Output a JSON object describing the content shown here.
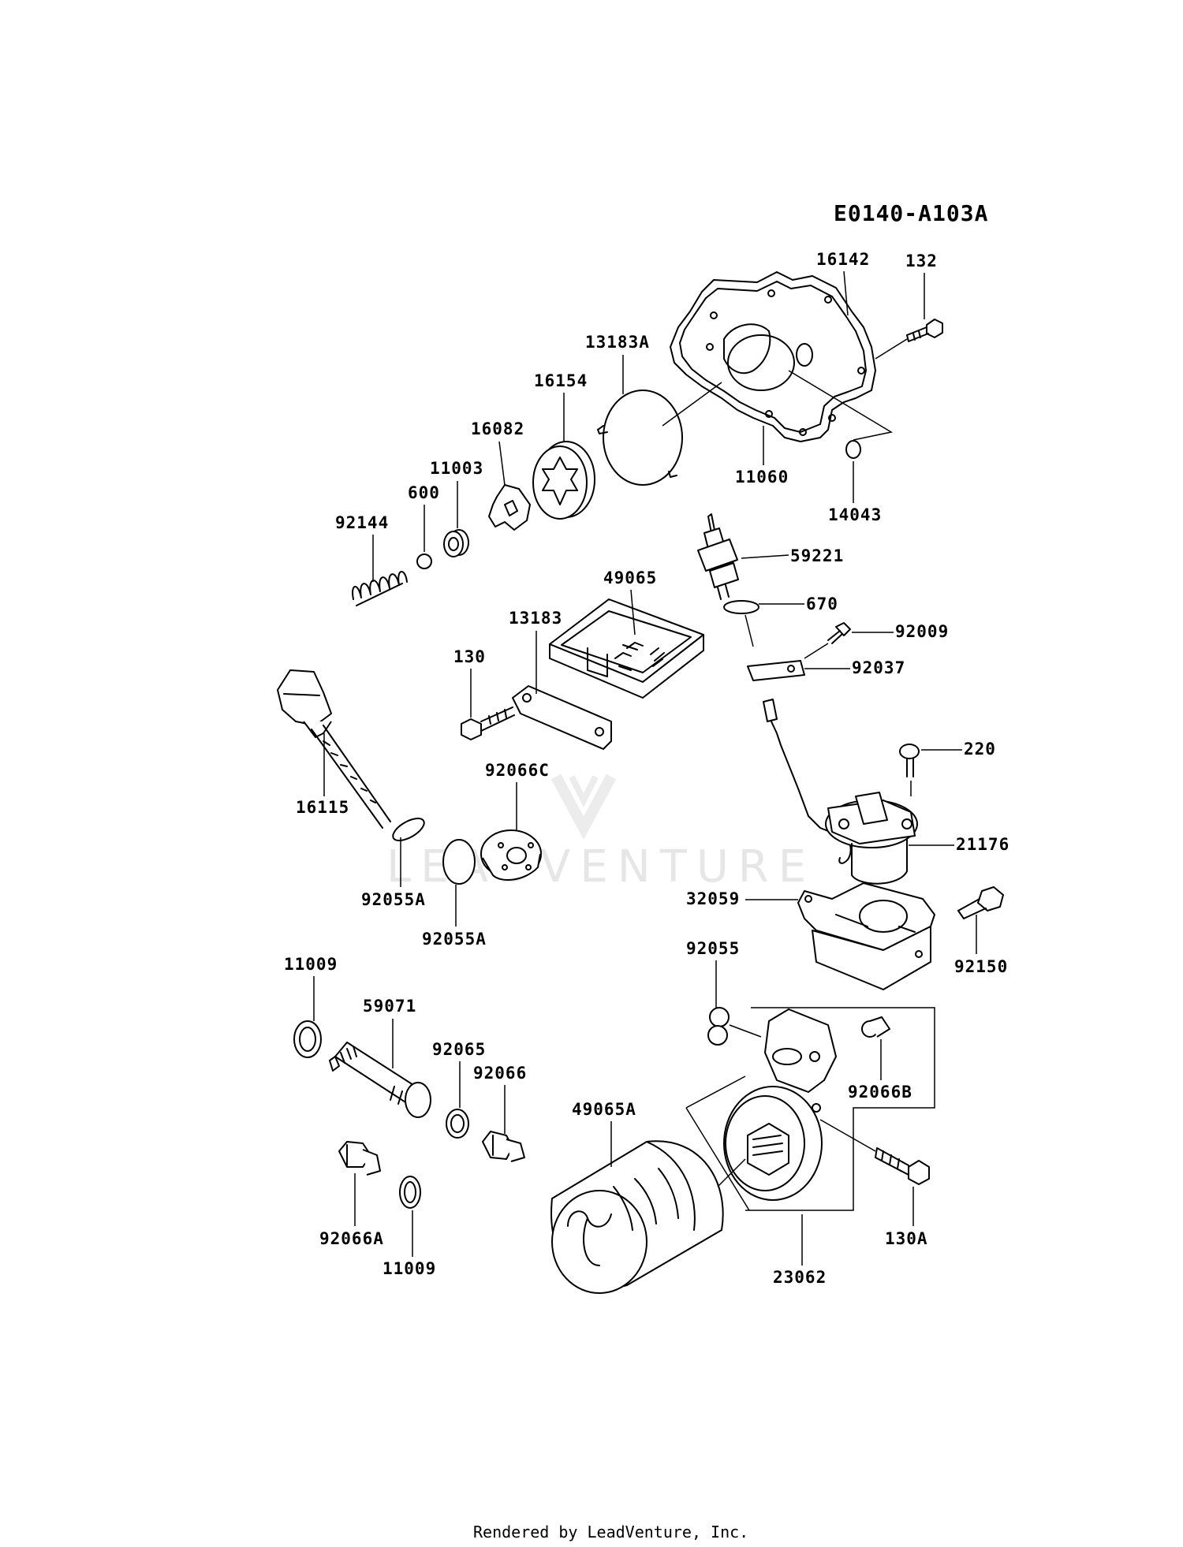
{
  "diagram": {
    "code": "E0140-A103A",
    "watermark": "LEADVENTURE",
    "footer": "Rendered by LeadVenture, Inc.",
    "labels": {
      "p16142": "16142",
      "p132": "132",
      "p13183A": "13183A",
      "p16154": "16154",
      "p16082": "16082",
      "p11003": "11003",
      "p600": "600",
      "p92144": "92144",
      "p11060": "11060",
      "p14043": "14043",
      "p59221": "59221",
      "p670": "670",
      "p92009": "92009",
      "p92037": "92037",
      "p49065": "49065",
      "p13183": "13183",
      "p130": "130",
      "p220": "220",
      "p21176": "21176",
      "p16115": "16115",
      "p92066C": "92066C",
      "p92055A_1": "92055A",
      "p92055A_2": "92055A",
      "p32059": "32059",
      "p92150": "92150",
      "p92055": "92055",
      "p11009_1": "11009",
      "p59071": "59071",
      "p92065": "92065",
      "p92066": "92066",
      "p92066B": "92066B",
      "p49065A": "49065A",
      "p130A": "130A",
      "p92066A": "92066A",
      "p11009_2": "11009",
      "p23062": "23062"
    }
  }
}
